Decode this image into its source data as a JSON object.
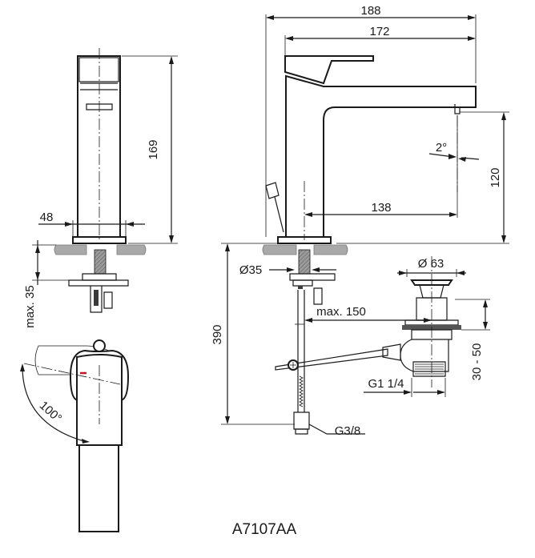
{
  "product_code": "A7107AA",
  "dimensions": {
    "overall_length": "188",
    "spout_length": "172",
    "height": "169",
    "base_width": "48",
    "max_thickness": "max. 35",
    "swivel_angle": "100°",
    "hole_diameter": "Ø35",
    "spout_reach": "138",
    "spout_height": "120",
    "spout_angle": "2°",
    "total_height": "390",
    "pullrod_max": "max. 150",
    "waste_diameter": "Ø 63",
    "waste_thread": "G1 1/4",
    "waste_range": "30 - 50",
    "supply_thread": "G3/8"
  }
}
